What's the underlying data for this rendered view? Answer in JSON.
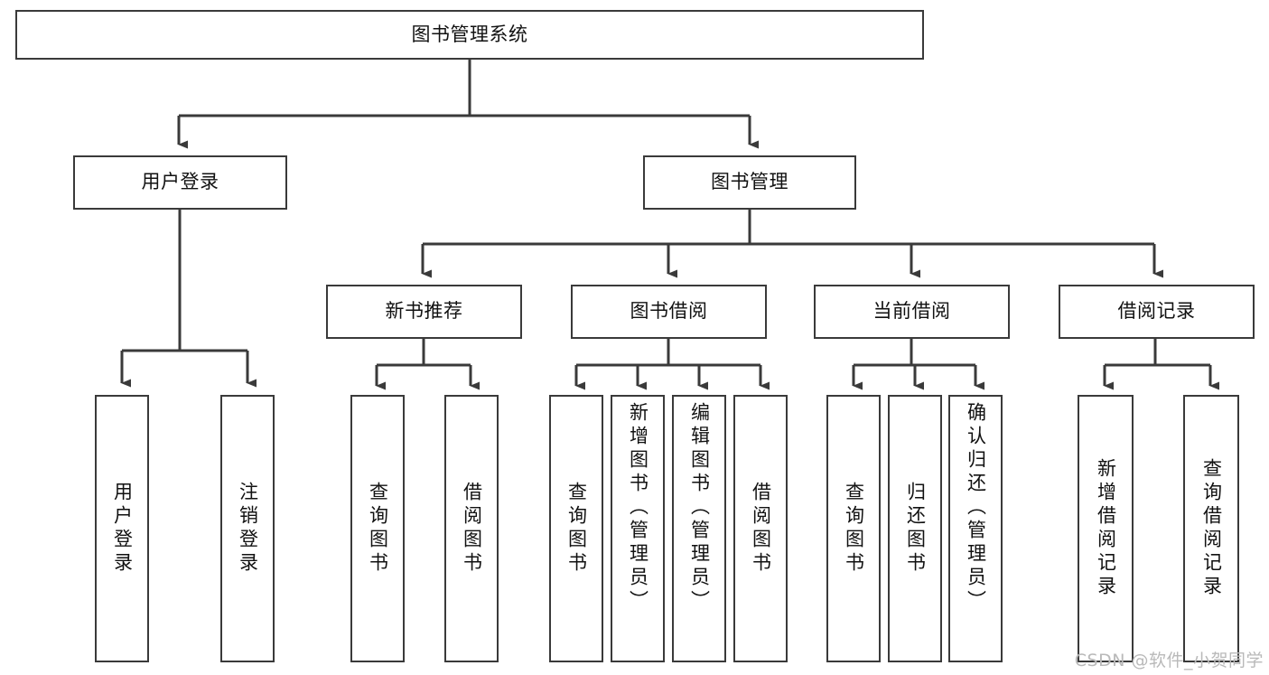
{
  "diagram": {
    "type": "tree-hierarchy",
    "title": "图书管理系统",
    "orientation": "top-down",
    "colors": {
      "box_border": "#3a3a3a",
      "box_fill": "#ffffff",
      "connector": "#3a3a3a",
      "text": "#111111",
      "watermark": "#b9b9b9",
      "background": "#ffffff"
    },
    "root": {
      "label": "图书管理系统"
    },
    "level2": [
      {
        "id": "user-login",
        "label": "用户登录"
      },
      {
        "id": "book-management",
        "label": "图书管理"
      }
    ],
    "level3": [
      {
        "id": "new-book-recommend",
        "label": "新书推荐"
      },
      {
        "id": "book-borrow",
        "label": "图书借阅"
      },
      {
        "id": "current-borrow",
        "label": "当前借阅"
      },
      {
        "id": "borrow-record",
        "label": "借阅记录"
      }
    ],
    "leaves": {
      "user_login": [
        {
          "id": "leaf-user-login",
          "label": "用户登录"
        },
        {
          "id": "leaf-logout",
          "label": "注销登录"
        }
      ],
      "new_book_recommend": [
        {
          "id": "leaf-query-book-1",
          "label": "查询图书"
        },
        {
          "id": "leaf-borrow-book-1",
          "label": "借阅图书"
        }
      ],
      "book_borrow": [
        {
          "id": "leaf-query-book-2",
          "label": "查询图书"
        },
        {
          "id": "leaf-add-book",
          "label": "新增图书（管理员）"
        },
        {
          "id": "leaf-edit-book",
          "label": "编辑图书（管理员）"
        },
        {
          "id": "leaf-borrow-book-2",
          "label": "借阅图书"
        }
      ],
      "current_borrow": [
        {
          "id": "leaf-query-book-3",
          "label": "查询图书"
        },
        {
          "id": "leaf-return-book",
          "label": "归还图书"
        },
        {
          "id": "leaf-confirm-return",
          "label": "确认归还（管理员）"
        }
      ],
      "borrow_record": [
        {
          "id": "leaf-add-record",
          "label": "新增借阅记录"
        },
        {
          "id": "leaf-query-record",
          "label": "查询借阅记录"
        }
      ]
    }
  },
  "watermark": {
    "text": "CSDN @软件_小贺同学"
  }
}
